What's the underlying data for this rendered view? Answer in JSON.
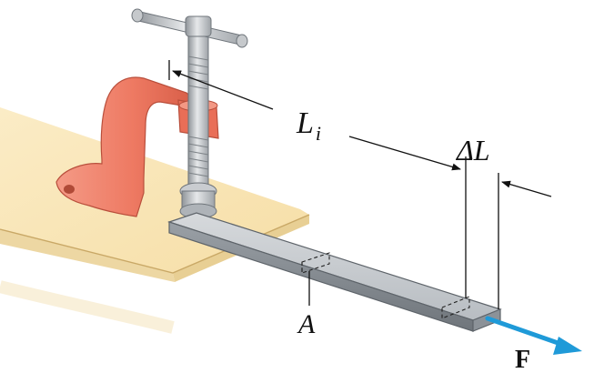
{
  "labels": {
    "initial_length_main": "L",
    "initial_length_sub": "i",
    "elongation": "ΔL",
    "area": "A",
    "force": "F"
  },
  "colors": {
    "table": "#fae7b8",
    "table_edge": "#d9be82",
    "clamp": "#ef7f6a",
    "clamp_dark": "#c9503e",
    "screw": "#b9bcbf",
    "bar_top": "#c7cbcf",
    "bar_side": "#8e949a",
    "force_arrow": "#1f9ad8",
    "dimension_line": "#111111"
  }
}
